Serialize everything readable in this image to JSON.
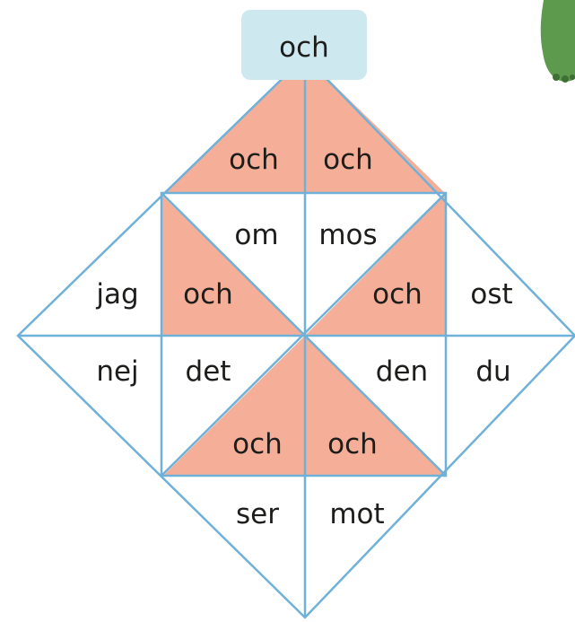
{
  "colors": {
    "line": "#6fb1d8",
    "fill": "#f5ae98",
    "target_bg": "#cde9ef",
    "mascot": "#5e9a4d"
  },
  "target_word": "och",
  "cells": {
    "top_left": "och",
    "top_right": "och",
    "inner_top_left": "om",
    "inner_top_right": "mos",
    "left_outer": "jag",
    "left_inner": "och",
    "right_inner": "och",
    "right_outer": "ost",
    "lower_left_outer": "nej",
    "lower_left_inner": "det",
    "lower_right_inner": "den",
    "lower_right_outer": "du",
    "bottom_inner_left": "och",
    "bottom_inner_right": "och",
    "bottom_left": "ser",
    "bottom_right": "mot"
  },
  "mascot_icon": "green-monster-icon"
}
